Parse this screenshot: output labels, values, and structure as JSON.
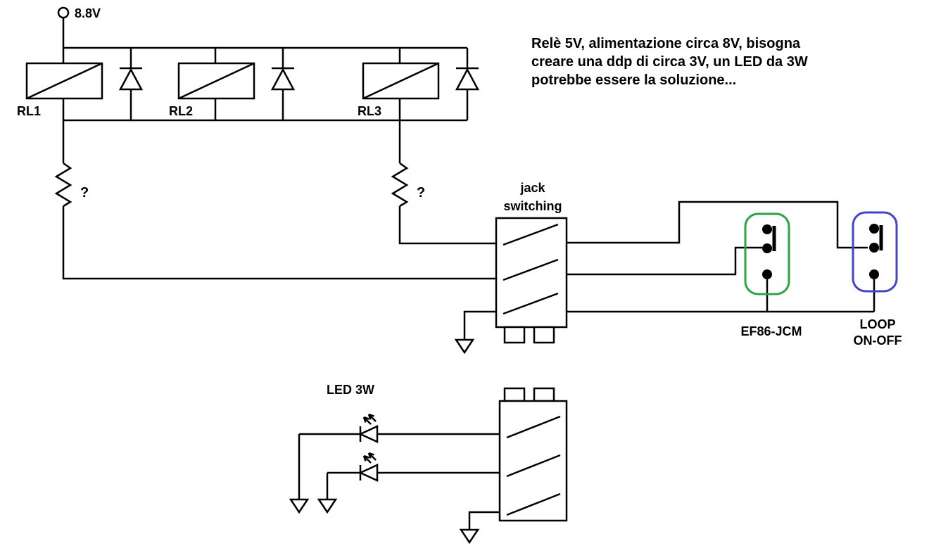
{
  "background": "#ffffff",
  "colors": {
    "wire": "#000000",
    "text": "#000000",
    "ef86_outline": "#2ca444",
    "loop_outline": "#4343c8"
  },
  "power": {
    "voltage_label": "8.8V"
  },
  "relays": [
    {
      "label": "RL1"
    },
    {
      "label": "RL2"
    },
    {
      "label": "RL3"
    }
  ],
  "resistors": [
    {
      "value": "?"
    },
    {
      "value": "?"
    }
  ],
  "annotation": {
    "line1": "Relè 5V, alimentazione circa 8V, bisogna",
    "line2": "creare una ddp di circa 3V, un LED da 3W",
    "line3": "potrebbe essere la soluzione..."
  },
  "jack_switching": {
    "label_line1": "jack",
    "label_line2": "switching"
  },
  "connectors": {
    "ef86": {
      "label": "EF86-JCM"
    },
    "loop": {
      "label_line1": "LOOP",
      "label_line2": "ON-OFF"
    }
  },
  "led": {
    "label": "LED 3W"
  }
}
